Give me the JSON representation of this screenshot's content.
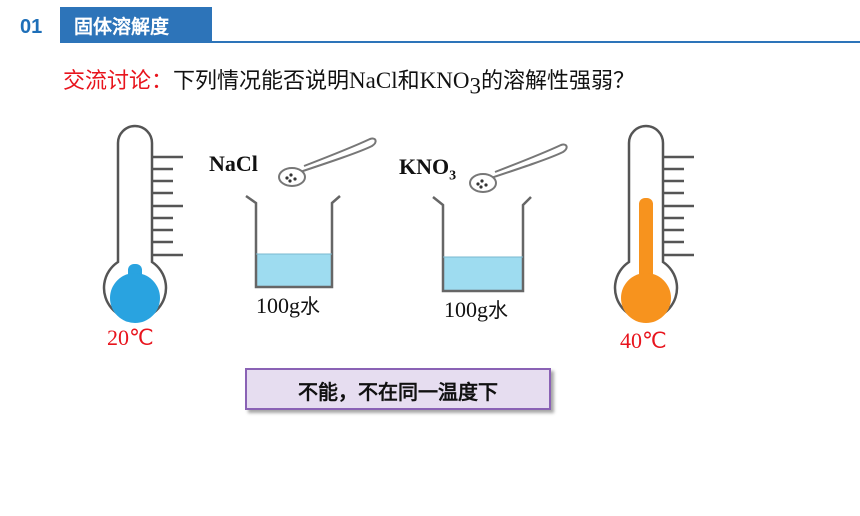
{
  "header": {
    "number": "01",
    "title": "固体溶解度"
  },
  "question": {
    "lead": "交流讨论：",
    "text_before": "下列情况能否说明",
    "chem_nacl": "NaCl",
    "and": "和",
    "chem_kno": "KNO",
    "chem_kno_sub": "3",
    "text_after": "的溶解性强弱？"
  },
  "left_setup": {
    "salt_label": "NaCl",
    "water_label_num": "100g",
    "water_label_char": "水",
    "temperature": "20℃",
    "liquid_color": "#29a3e0"
  },
  "right_setup": {
    "salt_label": "KNO",
    "salt_label_sub": "3",
    "water_label_num": "100g",
    "water_label_char": "水",
    "temperature": "40℃",
    "liquid_color": "#f7931e"
  },
  "water_color": "#9edcf0",
  "answer": "不能，不在同一温度下"
}
